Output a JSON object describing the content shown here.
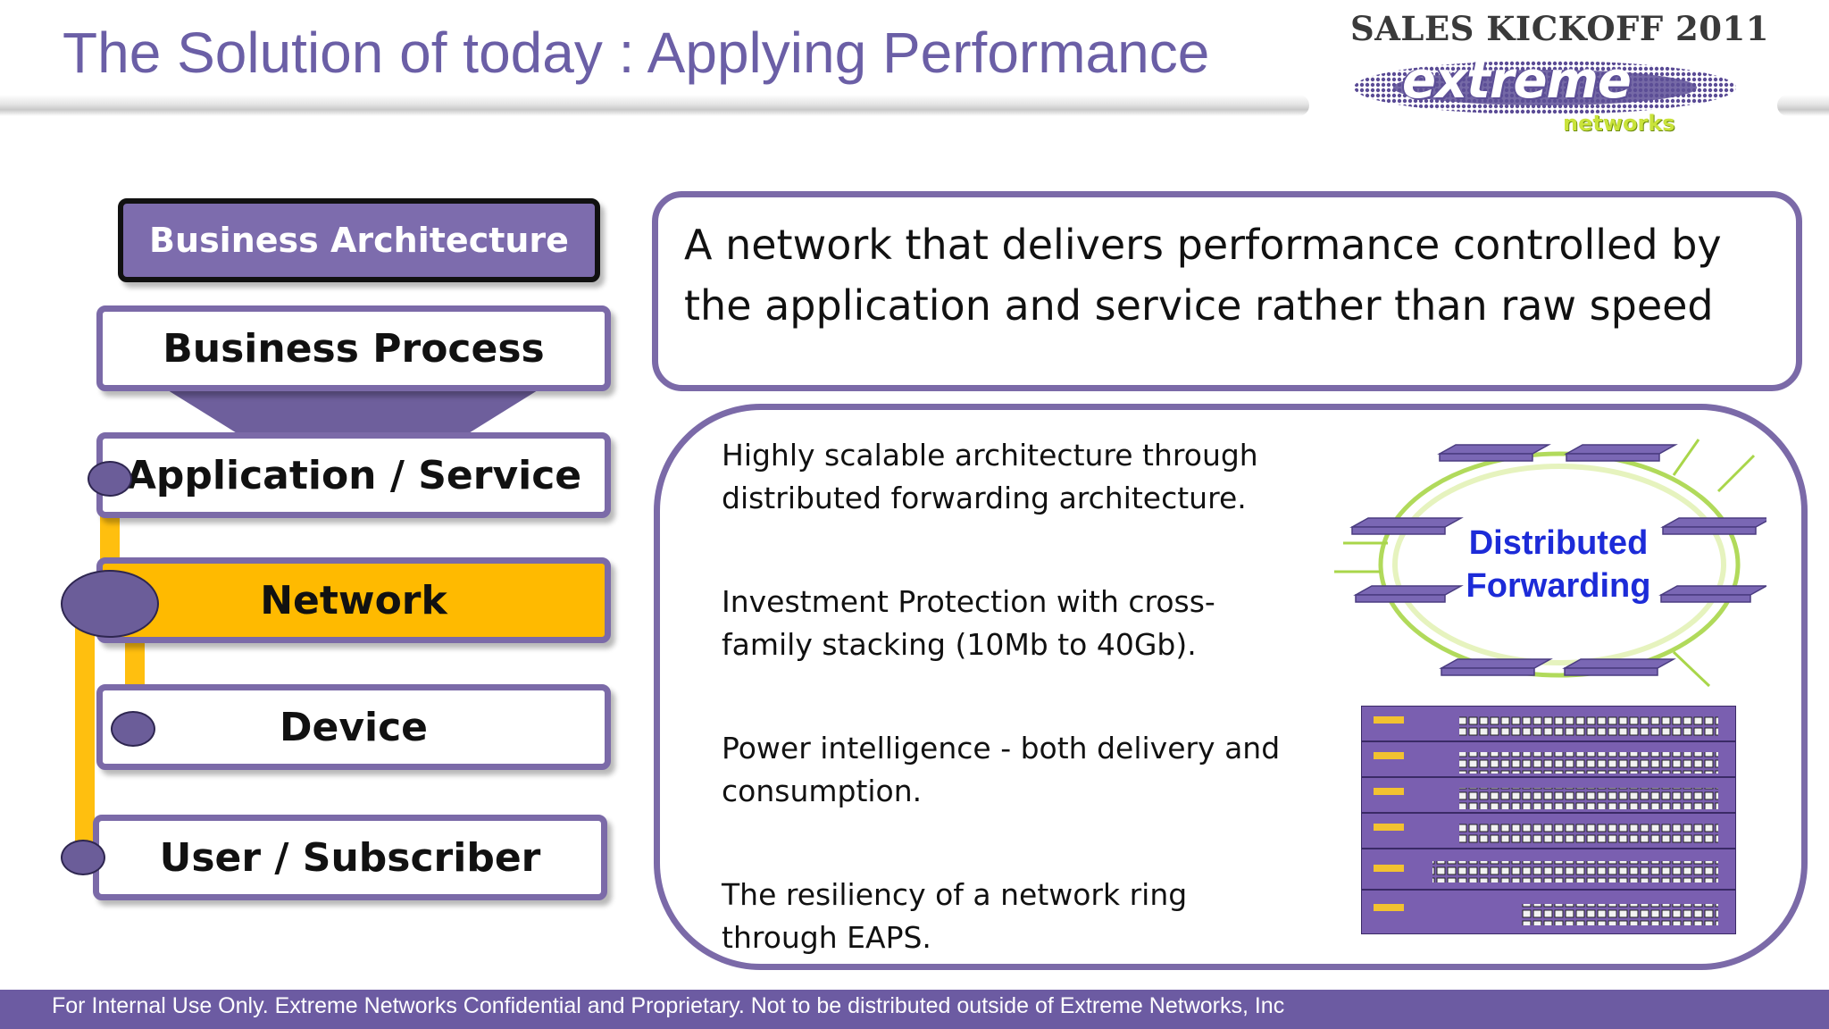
{
  "slide": {
    "title": "The Solution of today : Applying Performance"
  },
  "logo": {
    "event": "SALES KICKOFF 2011",
    "brand": "extreme",
    "sub": "networks"
  },
  "stack": {
    "layers": [
      "Business Architecture",
      "Business Process",
      "Application / Service",
      "Network",
      "Device",
      "User / Subscriber"
    ],
    "highlight_color": "#ffba00",
    "accent_color": "#7b6aa8"
  },
  "headline": "A network that delivers performance controlled by the application and service rather than raw speed",
  "bullets": [
    "Highly scalable architecture through distributed forwarding architecture.",
    "Investment Protection with cross-family stacking (10Mb to 40Gb).",
    "Power intelligence - both delivery and consumption.",
    "The resiliency of a network ring through EAPS."
  ],
  "diagram": {
    "label_line1": "Distributed",
    "label_line2": "Forwarding"
  },
  "footer": {
    "text": "For Internal Use Only. Extreme Networks Confidential and Proprietary. Not to be distributed outside of Extreme Networks, Inc"
  }
}
